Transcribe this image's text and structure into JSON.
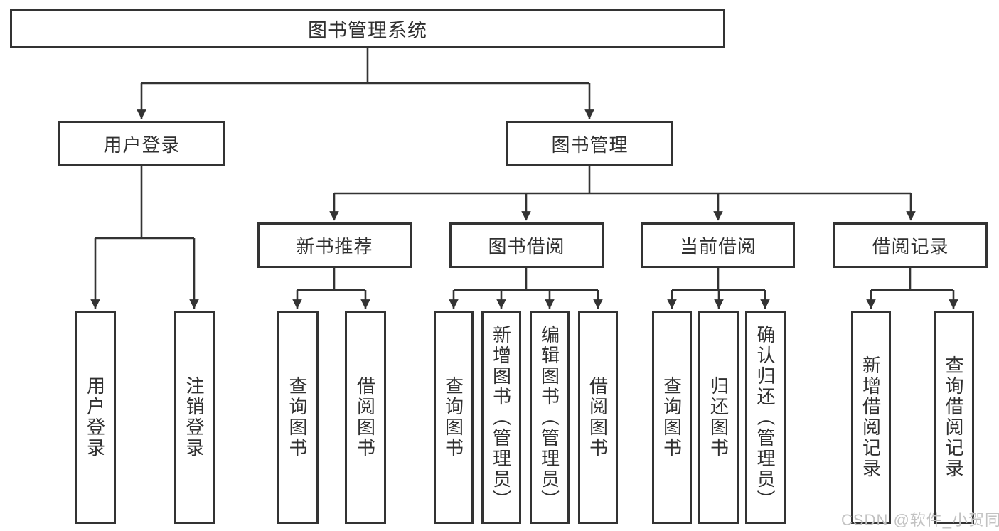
{
  "colors": {
    "line": "#333333",
    "text": "#303030",
    "watermark": "#c2c2c2",
    "background": "#ffffff"
  },
  "watermark": {
    "text": "CSDN @软件_小贺同学"
  },
  "tree": {
    "root": {
      "label": "图书管理系统",
      "children": [
        {
          "label": "用户登录",
          "children": [
            {
              "label": "用户登录"
            },
            {
              "label": "注销登录"
            }
          ]
        },
        {
          "label": "图书管理",
          "children": [
            {
              "label": "新书推荐",
              "children": [
                {
                  "label": "查询图书"
                },
                {
                  "label": "借阅图书"
                }
              ]
            },
            {
              "label": "图书借阅",
              "children": [
                {
                  "label": "查询图书"
                },
                {
                  "label": "新增图书（管理员）"
                },
                {
                  "label": "编辑图书（管理员）"
                },
                {
                  "label": "借阅图书"
                }
              ]
            },
            {
              "label": "当前借阅",
              "children": [
                {
                  "label": "查询图书"
                },
                {
                  "label": "归还图书"
                },
                {
                  "label": "确认归还（管理员）"
                }
              ]
            },
            {
              "label": "借阅记录",
              "children": [
                {
                  "label": "新增借阅记录"
                },
                {
                  "label": "查询借阅记录"
                }
              ]
            }
          ]
        }
      ]
    }
  }
}
